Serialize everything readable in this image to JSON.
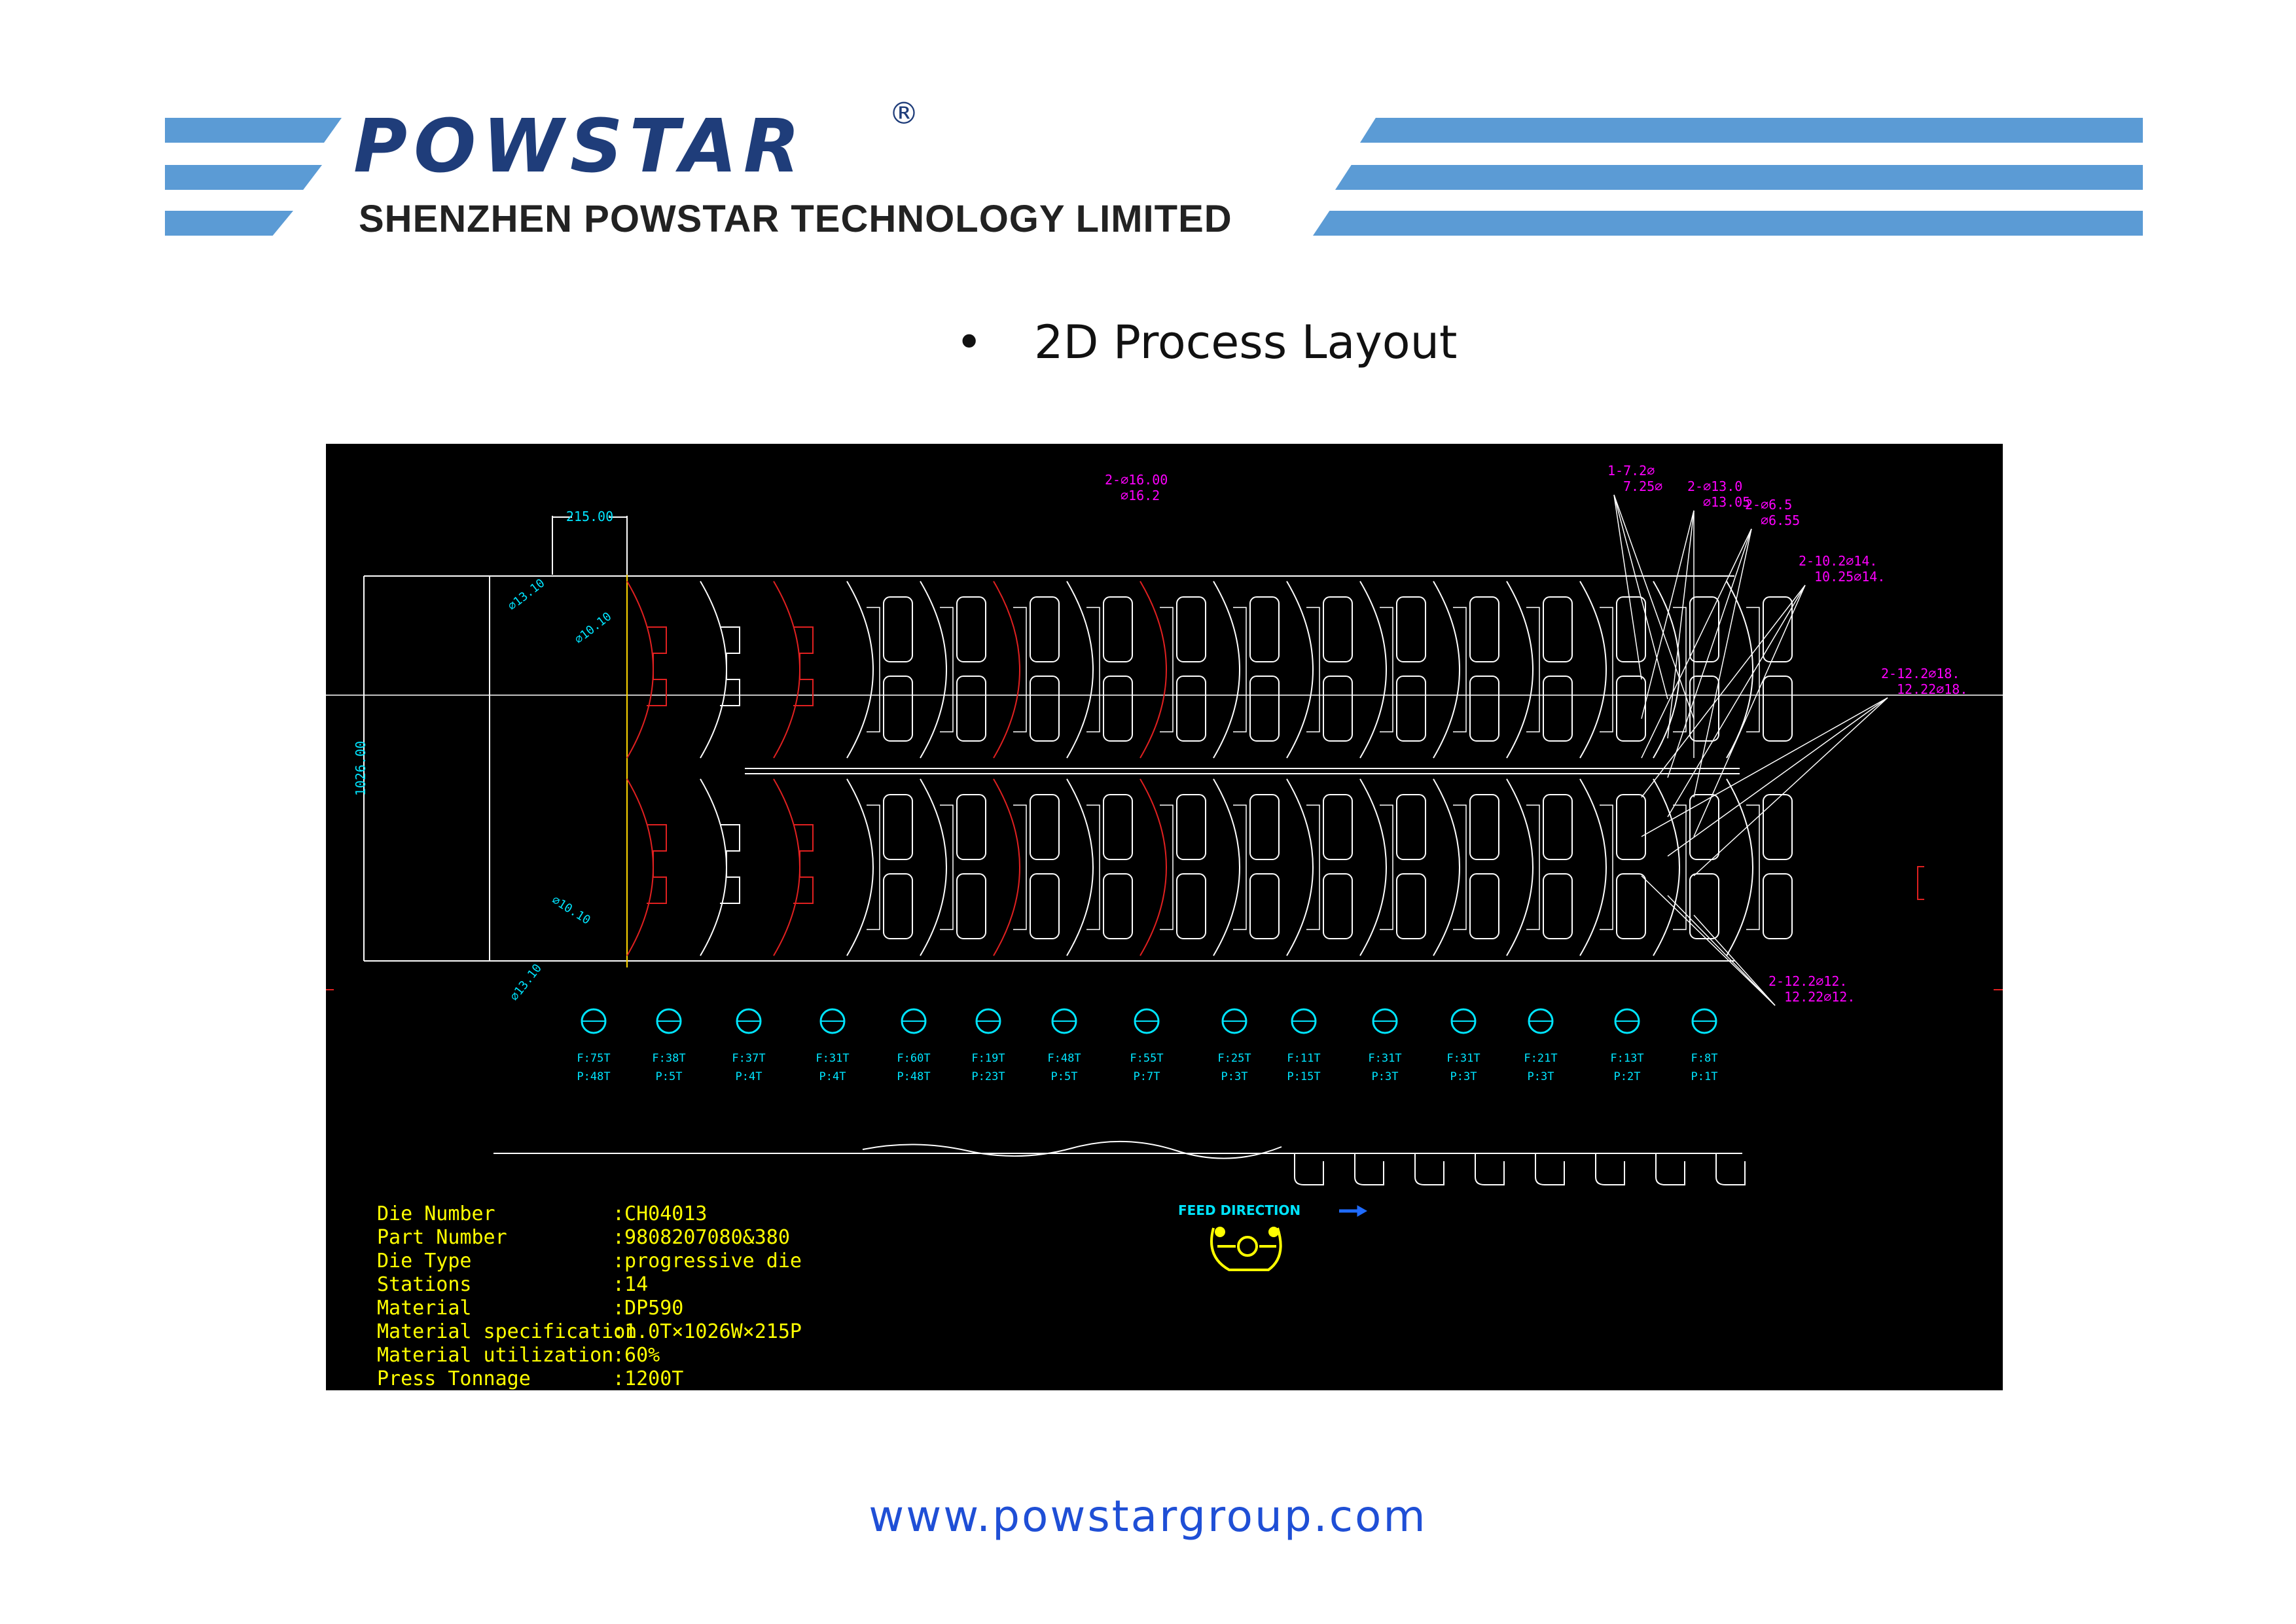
{
  "header": {
    "brand": "POWSTAR",
    "registered_mark": "®",
    "company": "SHENZHEN POWSTAR TECHNOLOGY LIMITED",
    "stripe_color": "#5b9bd5",
    "brand_color": "#1f3d7a"
  },
  "slide": {
    "bullet": "•",
    "heading": "2D Process Layout"
  },
  "drawing": {
    "dimensions": {
      "pitch": "215.00",
      "width": "1026.00",
      "top_left_hole": "⌀13.10",
      "upper_pilot": "⌀10.10",
      "lower_pilot": "⌀10.10",
      "bottom_left_hole": "⌀13.10"
    },
    "callouts": [
      {
        "line1": "2-⌀16.00",
        "line2": "⌀16.2"
      },
      {
        "line1": "1-7.2⌀",
        "line2": "7.25⌀"
      },
      {
        "line1": "2-⌀13.0",
        "line2": "⌀13.05"
      },
      {
        "line1": "2-⌀6.5",
        "line2": "⌀6.55"
      },
      {
        "line1": "2-10.2⌀14.",
        "line2": "10.25⌀14."
      },
      {
        "line1": "2-12.2⌀18.",
        "line2": "12.22⌀18."
      },
      {
        "line1": "2-12.2⌀12.",
        "line2": "12.22⌀12."
      }
    ],
    "stations": [
      {
        "top": "F:75T",
        "bottom": "P:48T"
      },
      {
        "top": "F:38T",
        "bottom": "P:5T"
      },
      {
        "top": "F:37T",
        "bottom": "P:4T"
      },
      {
        "top": "F:31T",
        "bottom": "P:4T"
      },
      {
        "top": "F:60T",
        "bottom": "P:48T"
      },
      {
        "top": "F:19T",
        "bottom": "P:23T"
      },
      {
        "top": "F:48T",
        "bottom": "P:5T"
      },
      {
        "top": "F:55T",
        "bottom": "P:7T"
      },
      {
        "top": "F:25T",
        "bottom": "P:3T"
      },
      {
        "top": "F:11T",
        "bottom": "P:15T"
      },
      {
        "top": "F:31T",
        "bottom": "P:3T"
      },
      {
        "top": "F:31T",
        "bottom": "P:3T"
      },
      {
        "top": "F:21T",
        "bottom": "P:3T"
      },
      {
        "top": "F:13T",
        "bottom": "P:2T"
      },
      {
        "top": "F:8T",
        "bottom": "P:1T"
      }
    ],
    "feed_direction": "FEED DIRECTION",
    "spec_table": [
      {
        "label": "Die Number",
        "value": ":CH04013"
      },
      {
        "label": "Part Number",
        "value": ":9808207080&380"
      },
      {
        "label": "Die Type",
        "value": ":progressive die"
      },
      {
        "label": "Stations",
        "value": ":14"
      },
      {
        "label": "Material",
        "value": ":DP590"
      },
      {
        "label": "Material specification",
        "value": ":1.0T×1026W×215P"
      },
      {
        "label": "Material utilization",
        "value": ":60%"
      },
      {
        "label": "Press Tonnage",
        "value": ":1200T"
      }
    ],
    "colors": {
      "background": "#000000",
      "outline": "#ffffff",
      "cut": "#e02020",
      "dimension": "#00e5ff",
      "callout": "#ff00ff",
      "spec_text": "#ffff00"
    }
  },
  "footer": {
    "url": "www.powstargroup.com"
  }
}
